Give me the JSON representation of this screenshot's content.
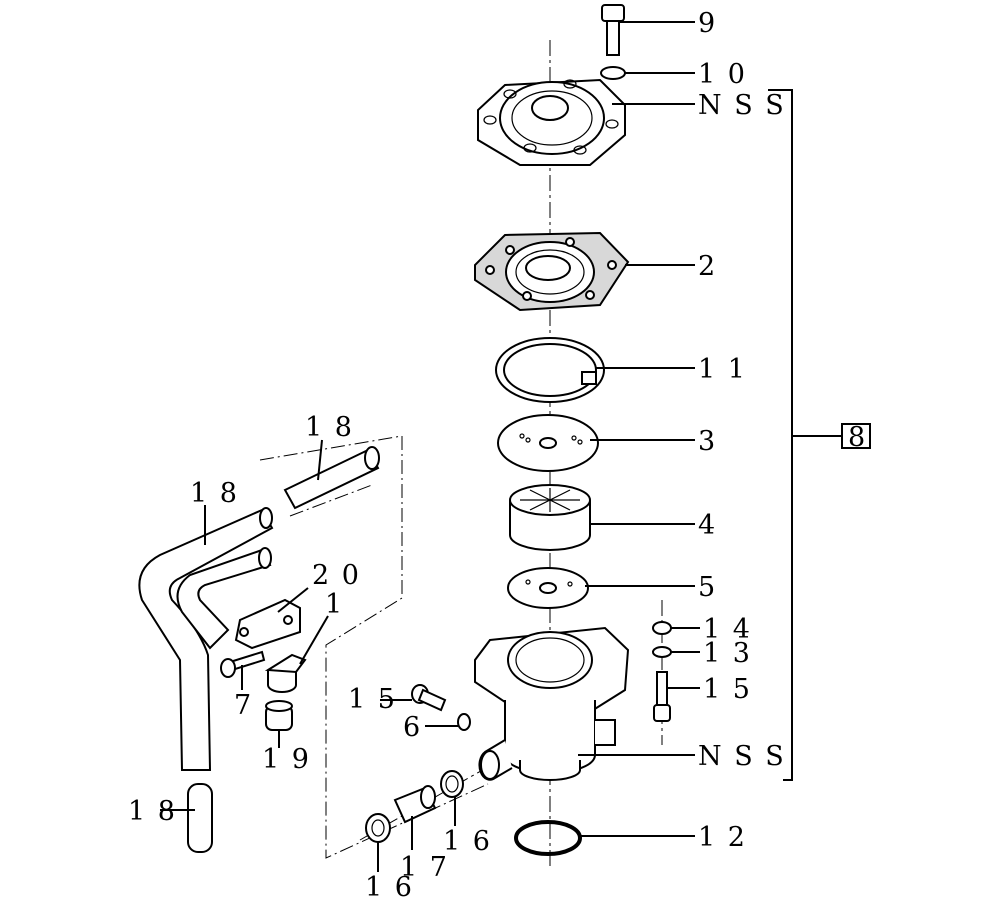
{
  "labels": {
    "p9": "9",
    "p10": "1 0",
    "nss_top": "N S S",
    "p2": "2",
    "p11": "1 1",
    "p3": "3",
    "p4": "4",
    "p5": "5",
    "p14": "1 4",
    "p13": "1 3",
    "p15_right": "1 5",
    "nss_bottom": "N S S",
    "p12": "1 2",
    "p8": "8",
    "p18_top": "1 8",
    "p18_mid": "1 8",
    "p18_bottom": "1 8",
    "p20": "2 0",
    "p1": "1",
    "p7": "7",
    "p19": "1 9",
    "p15_left": "1 5",
    "p6": "6",
    "p16_right": "1 6",
    "p17": "1 7",
    "p16_left": "1 6"
  }
}
